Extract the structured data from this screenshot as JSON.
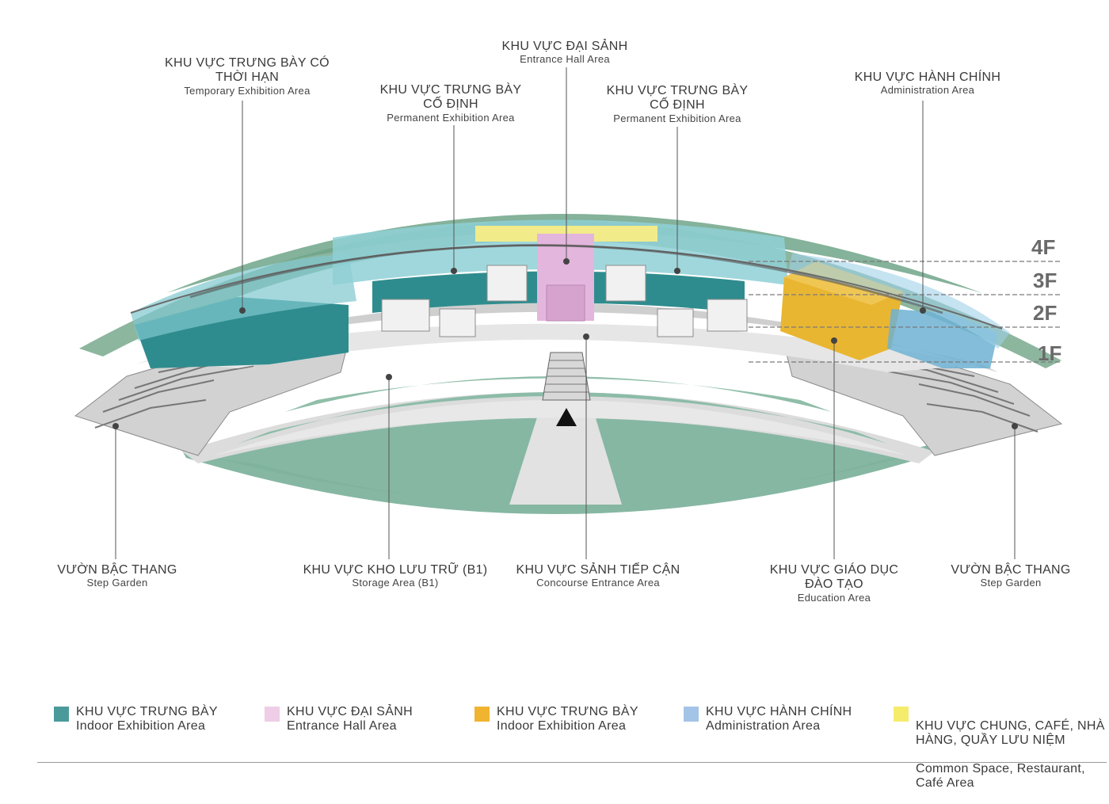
{
  "top_labels": {
    "temporary": {
      "vi": "KHU VỰC TRƯNG BÀY CÓ\nTHỜI HẠN",
      "en": "Temporary Exhibition Area"
    },
    "permanent_left": {
      "vi": "KHU VỰC TRƯNG BÀY\nCỐ ĐỊNH",
      "en": "Permanent Exhibition Area"
    },
    "entrance_hall": {
      "vi": "KHU VỰC ĐẠI SẢNH",
      "en": "Entrance Hall Area"
    },
    "permanent_right": {
      "vi": "KHU VỰC TRƯNG BÀY\nCỐ ĐỊNH",
      "en": "Permanent Exhibition Area"
    },
    "administration": {
      "vi": "KHU VỰC HÀNH CHÍNH",
      "en": "Administration Area"
    }
  },
  "bottom_labels": {
    "step_garden_left": {
      "vi": "VƯỜN BẬC THANG",
      "en": "Step Garden"
    },
    "storage": {
      "vi": "KHU VỰC KHO LƯU TRỮ (B1)",
      "en": "Storage Area (B1)"
    },
    "concourse": {
      "vi": "KHU VỰC SẢNH TIẾP CẬN",
      "en": "Concourse Entrance  Area"
    },
    "education": {
      "vi": "KHU VỰC GIÁO DỤC\nĐÀO TẠO",
      "en": "Education Area"
    },
    "step_garden_right": {
      "vi": "VƯỜN BẬC THANG",
      "en": "Step Garden"
    }
  },
  "floors": [
    "4F",
    "3F",
    "2F",
    "1F"
  ],
  "legend": [
    {
      "color": "#4a9a9c",
      "vi": "KHU VỰC TRƯNG BÀY",
      "en": "Indoor Exhibition Area"
    },
    {
      "color": "#efcde6",
      "vi": "KHU VỰC ĐẠI SẢNH",
      "en": "Entrance Hall Area"
    },
    {
      "color": "#f0b431",
      "vi": "KHU VỰC TRƯNG BÀY",
      "en": "Indoor Exhibition Area"
    },
    {
      "color": "#a3c4e6",
      "vi": "KHU VỰC HÀNH CHÍNH",
      "en": "Administration Area"
    },
    {
      "color": "#f5ec6c",
      "vi": "KHU VỰC CHUNG, CAFÉ, NHÀ\nHÀNG, QUẦY LƯU NIỆM",
      "en": "Common Space, Restaurant,\nCafé Area"
    }
  ],
  "colors": {
    "lawn": "#86b7a3",
    "roof_green": "#7fae94",
    "plaza": "#e4e4e4",
    "glass_teal": "#7fc7cf",
    "teal_dark": "#2f8c8e",
    "pink": "#e3b6dd",
    "yellow_common": "#f2eb8a",
    "yellow_edu": "#e9b632",
    "admin_blue": "#6fb2d4"
  }
}
